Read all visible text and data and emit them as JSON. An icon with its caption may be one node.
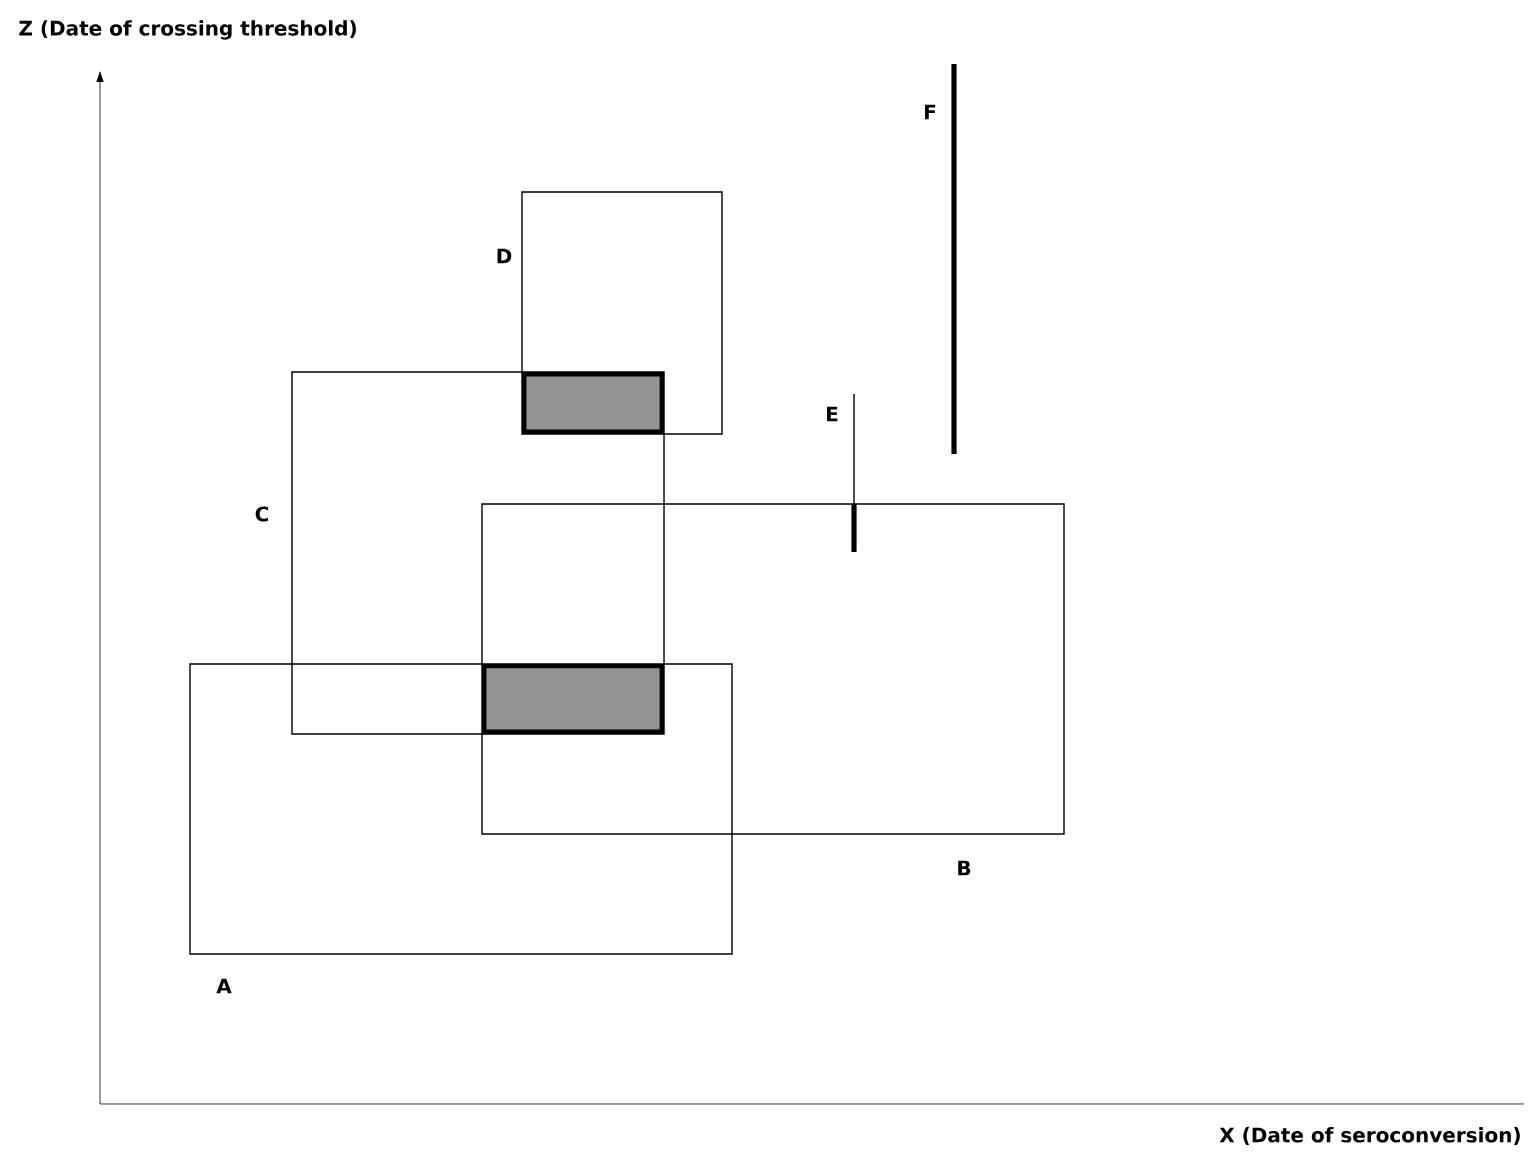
{
  "diagram": {
    "nodes": [
      {
        "text": [
          "A"
        ]
      },
      {
        "text": [
          "B"
        ]
      },
      {
        "text": [
          "C"
        ]
      },
      {
        "text": [
          "D"
        ]
      },
      {
        "text": [],
        "shape": "box"
      },
      {
        "text": [],
        "shape": "box"
      },
      {
        "text": [
          "E"
        ]
      },
      {
        "text": [
          "F"
        ]
      }
    ],
    "labels": [
      "Z (Date of crossing threshold)",
      "X (Date of seroconversion)"
    ]
  }
}
